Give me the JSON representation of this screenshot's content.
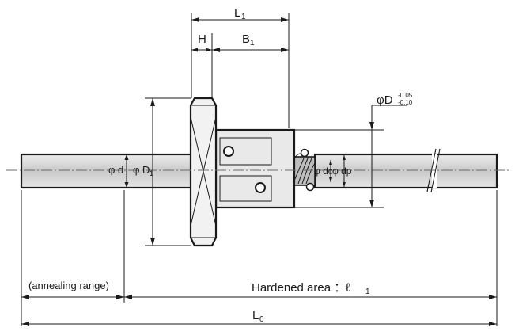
{
  "labels": {
    "L1_main": "L",
    "L1_sub": "1",
    "H": "H",
    "B1_main": "B",
    "B1_sub": "1",
    "phiD_main": "φD",
    "phiD_tol_upper": "-0.05",
    "phiD_tol_lower": "-0.10",
    "phi_d": "φ d",
    "phi_D1_main": "φ D",
    "phi_D1_sub": "1",
    "phi_dc": "φ dc",
    "phi_dp": "φ dp",
    "annealing": "(annealing range)",
    "hardened": "Hardened area ：ℓ",
    "hardened_sub": "1",
    "L0_main": "L",
    "L0_sub": "0"
  },
  "colors": {
    "line": "#1a1a1a",
    "shaft_fill": "#d6d6d6",
    "nut_fill": "#e8e8e8",
    "centerline": "#6a6a6a"
  }
}
